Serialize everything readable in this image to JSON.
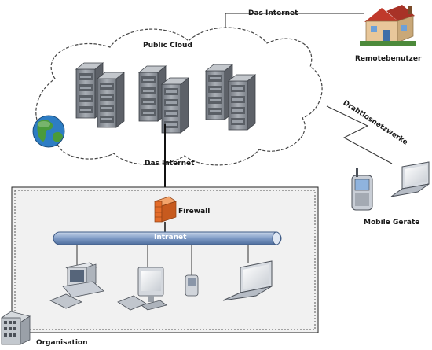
{
  "labels": {
    "internet_top": "Das Internet",
    "public_cloud": "Public Cloud",
    "remote_user": "Remotebenutzer",
    "wireless": "Drahtlosnetzwerke",
    "internet_mid": "Das Internet",
    "firewall": "Firewall",
    "intranet": "Intranet",
    "mobile": "Mobile Geräte",
    "organisation": "Organisation"
  },
  "colors": {
    "intranet_bar": "#7f9bc6",
    "firewall": "#e46c2a",
    "globe_water": "#2d7dc4",
    "globe_land": "#4a9b3a",
    "server": "#8a8f97",
    "org_area": "#f1f1f1"
  }
}
